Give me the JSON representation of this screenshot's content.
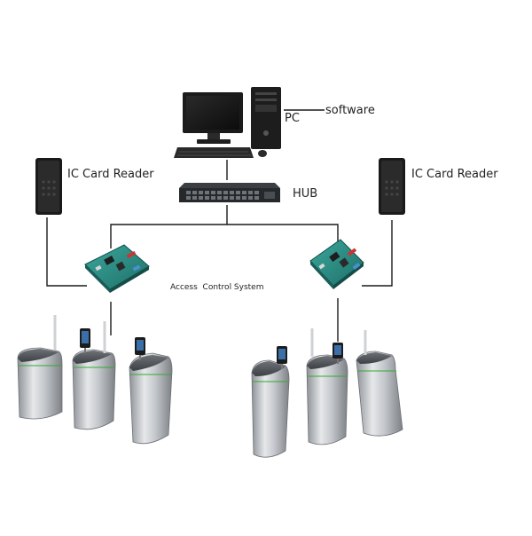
{
  "labels": {
    "software": "software",
    "pc": "PC",
    "hub": "HUB",
    "ic_reader_left": "IC Card Reader",
    "ic_reader_right": "IC Card Reader",
    "access_control": "Access  Control System"
  },
  "colors": {
    "line": "#1a1a1a",
    "board": "#2f8f86",
    "metal": "#b9bcc0",
    "reader": "#202020"
  }
}
